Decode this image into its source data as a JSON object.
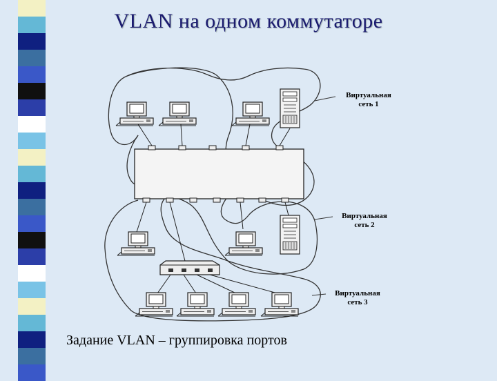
{
  "title": "VLAN на одном коммутаторе",
  "caption": "Задание VLAN – группировка портов",
  "vlans": [
    {
      "line1": "Виртуальная",
      "line2": "сеть 1"
    },
    {
      "line1": "Виртуальная",
      "line2": "сеть 2"
    },
    {
      "line1": "Виртуальная",
      "line2": "сеть 3"
    }
  ],
  "colors": {
    "background": "#dde9f5",
    "title": "#1b1b70",
    "stripe_colors": [
      "#2c3ea8",
      "#64b8d6",
      "#101010",
      "#f3f1c4",
      "#3a58c8",
      "#79c3e6",
      "#3b6fa0",
      "#ffffff",
      "#0f2080"
    ]
  }
}
